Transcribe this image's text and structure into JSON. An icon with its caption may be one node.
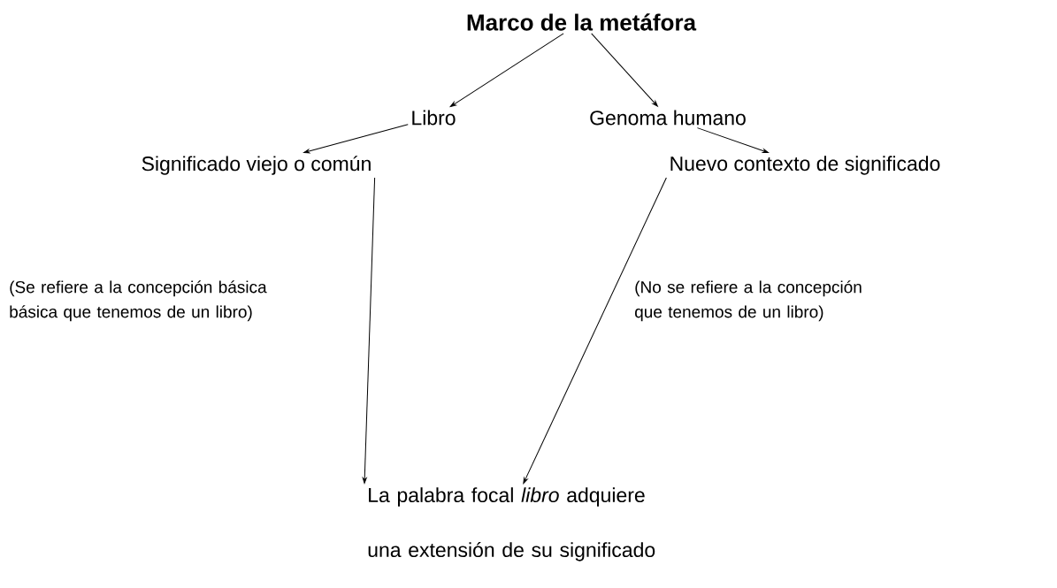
{
  "diagram": {
    "nodes": [
      {
        "text": [
          "Marco de la metáfora"
        ]
      },
      {
        "text": [
          "Libro"
        ]
      },
      {
        "text": [
          "Genoma humano"
        ]
      },
      {
        "text": [
          "Significado viejo o común"
        ]
      },
      {
        "text": [
          "Nuevo contexto de significado"
        ]
      },
      {
        "text": [
          "La palabra focal *libro* adquiere una extensión de su significado"
        ]
      }
    ],
    "edges": [
      {
        "from": 0,
        "to": 1,
        "arrow": "to"
      },
      {
        "from": 0,
        "to": 2,
        "arrow": "to"
      },
      {
        "from": 1,
        "to": 3,
        "arrow": "to"
      },
      {
        "from": 2,
        "to": 4,
        "arrow": "to"
      },
      {
        "from": 3,
        "to": 5,
        "arrow": "to"
      },
      {
        "from": 4,
        "to": 5,
        "arrow": "to"
      }
    ],
    "labels": [
      "(Se refiere a la concepción básica básica que tenemos de un libro)",
      "(No se refiere a la concepción que tenemos de un libro)"
    ]
  }
}
